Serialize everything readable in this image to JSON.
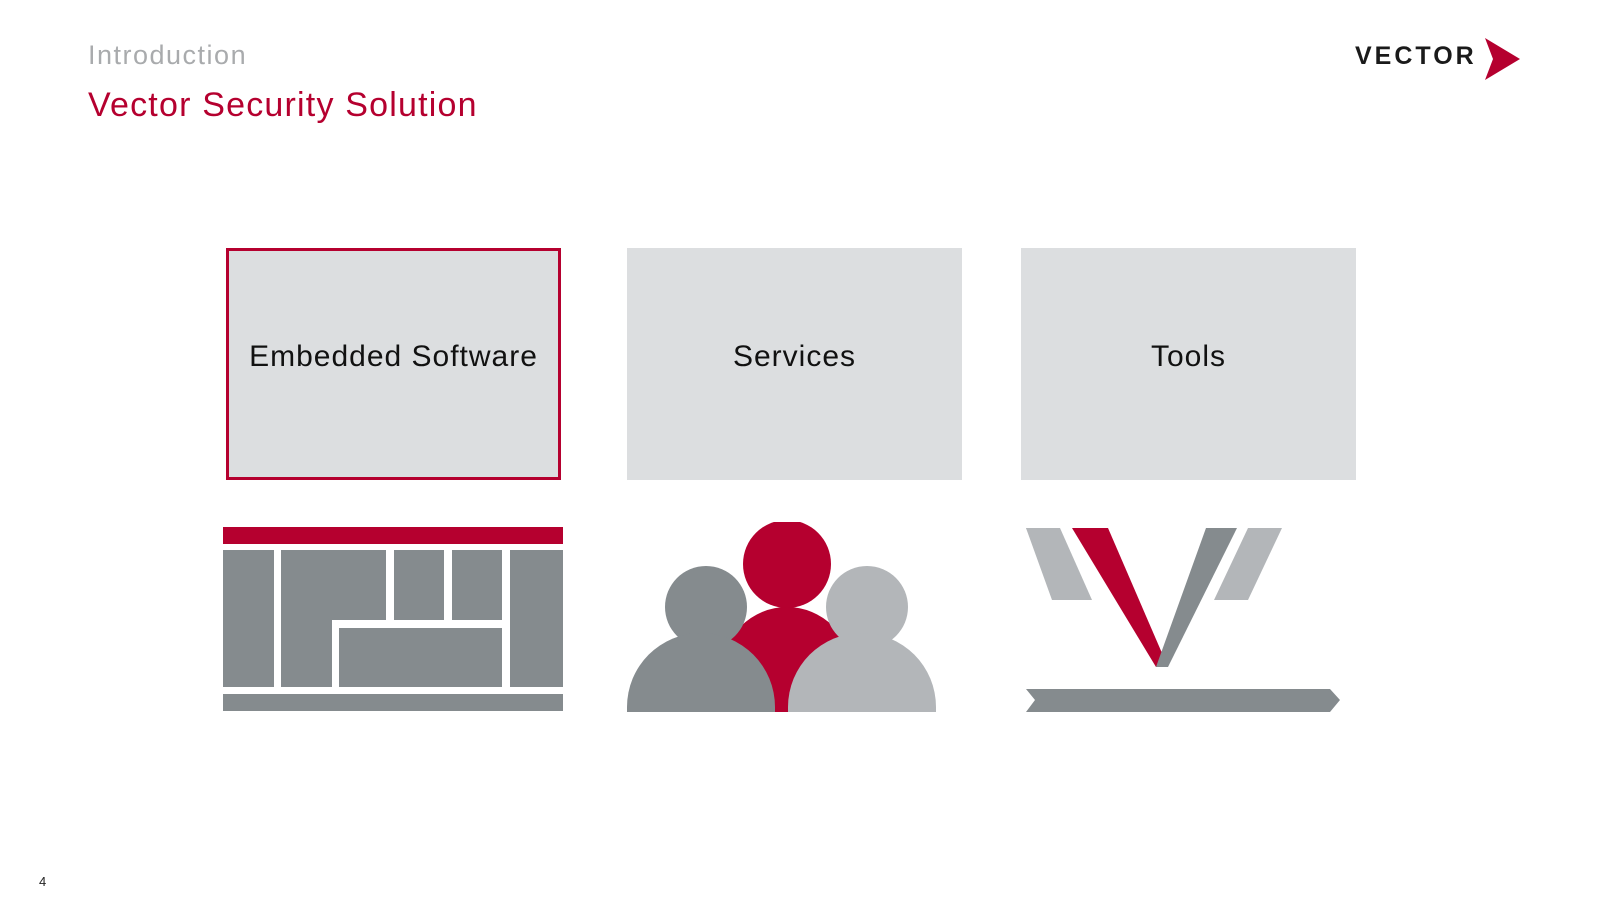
{
  "header": {
    "section": "Introduction",
    "title": "Vector Security Solution",
    "logo_text": "VECTOR"
  },
  "cards": [
    {
      "label": "Embedded Software",
      "selected": true,
      "icon": "software-architecture-icon"
    },
    {
      "label": "Services",
      "selected": false,
      "icon": "people-group-icon"
    },
    {
      "label": "Tools",
      "selected": false,
      "icon": "vector-tools-icon"
    }
  ],
  "footer": {
    "page_number": "4"
  },
  "colors": {
    "accent": "#b5002f",
    "card_bg": "#dcdee0",
    "dark_gray": "#858b8e",
    "light_gray": "#b3b6b9",
    "muted_text": "#a9abad"
  }
}
